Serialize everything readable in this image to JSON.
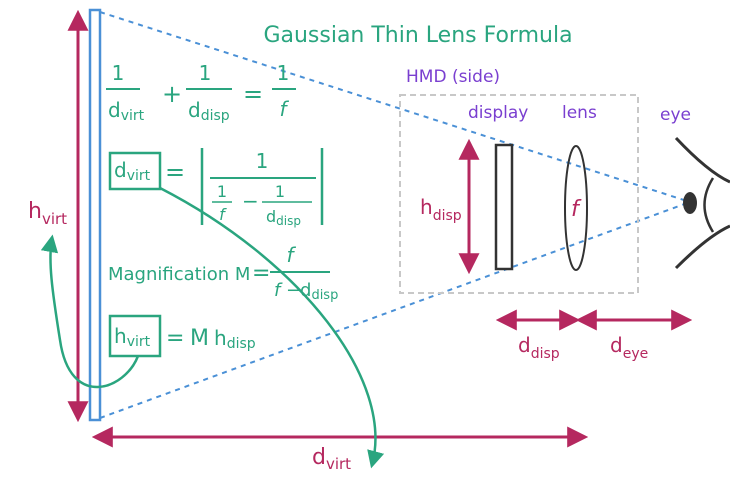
{
  "title": "Gaussian Thin Lens Formula",
  "hmd_label": "HMD (side)",
  "labels": {
    "display": "display",
    "lens": "lens",
    "eye": "eye",
    "f": "f",
    "h_virt": {
      "base": "h",
      "sub": "virt"
    },
    "h_disp": {
      "base": "h",
      "sub": "disp"
    },
    "d_virt": {
      "base": "d",
      "sub": "virt"
    },
    "d_disp": {
      "base": "d",
      "sub": "disp"
    },
    "d_eye": {
      "base": "d",
      "sub": "eye"
    }
  },
  "equations": {
    "one": "1",
    "plus": "+",
    "minus": "−",
    "equals": "=",
    "f": "f",
    "d_virt": {
      "base": "d",
      "sub": "virt"
    },
    "d_disp": {
      "base": "d",
      "sub": "disp"
    },
    "magnification_label": "Magnification M",
    "M": "M",
    "h_virt": {
      "base": "h",
      "sub": "virt"
    },
    "h_disp": {
      "base": "h",
      "sub": "disp"
    }
  },
  "colors": {
    "title": "#2aa57f",
    "equation": "#2aa57f",
    "annotation": "#b5285f",
    "hmd": "#7a3fd0",
    "ray": "#4a90d6",
    "screen": "#4a90d6",
    "box": "#c8c8c8",
    "ink": "#333333"
  }
}
